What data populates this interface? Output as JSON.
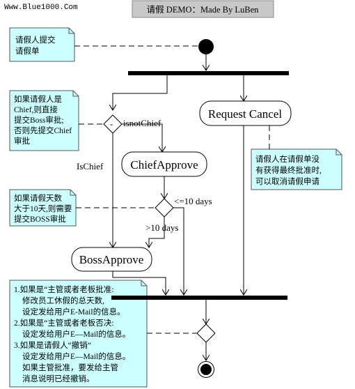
{
  "watermark": "Www.Blue1000.Com",
  "header": {
    "title": "请假 DEMO：Made By LuBen"
  },
  "notes": {
    "start": [
      "请假人提交",
      "请假单"
    ],
    "chief_check": [
      "如果请假人是",
      "Chief,则直接",
      "提交Boss审批;",
      "否则先提交Chief",
      "审批"
    ],
    "cancel": [
      "请假人在请假单没",
      "有获得最终批准时,",
      "可以取消请假申请"
    ],
    "days": [
      "如果请假天数",
      "大于10天,则需要",
      "提交BOSS审批"
    ],
    "email": [
      "1.如果是“主管或者老板批准:",
      "修改员工休假的总天数,",
      "设定发给用户E-Mail的信息。",
      "2.如果是“主管或者老板否决:",
      "设定发给用户E—Mail的信息。",
      "3.如果是请假人“撤销”",
      "设定发给用户E—Mail的信息。",
      "如果主管批准，要发给主管",
      "消息说明已经撤销。"
    ]
  },
  "states": {
    "request_cancel": "Request Cancel",
    "chief_approve": "ChiefApprove",
    "boss_approve": "BossApprove"
  },
  "labels": {
    "is_not_chief": "isnotChief",
    "is_chief": "IsChief",
    "le_10_days": "<=10 days",
    "gt_10_days": ">10 days",
    "decision_chief": "-"
  }
}
